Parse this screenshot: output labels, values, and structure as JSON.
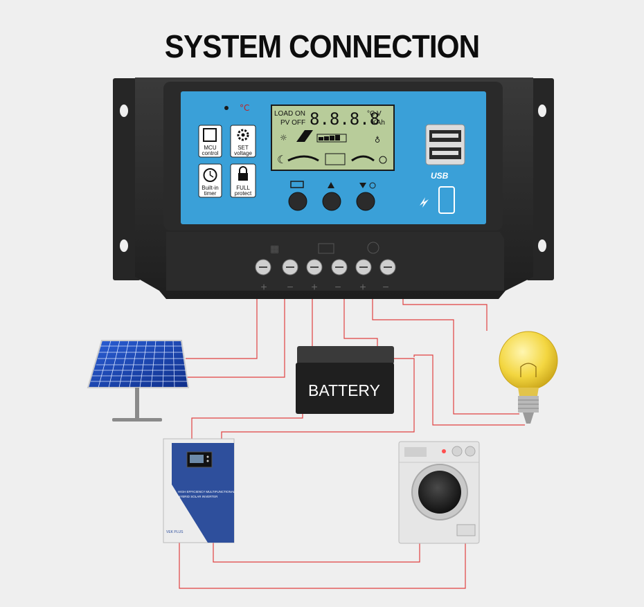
{
  "title": "SYSTEM CONNECTION",
  "controller": {
    "lcd": {
      "load_on": "LOAD ON",
      "pv_off": "PV OFF",
      "digits": "8.8.8.8",
      "unit_cv": "°C V",
      "unit_kah": "KAh"
    },
    "features": [
      {
        "icon": "chip-icon",
        "line1": "MCU",
        "line2": "control"
      },
      {
        "icon": "gear-icon",
        "line1": "SET",
        "line2": "voltage"
      },
      {
        "icon": "clock-icon",
        "line1": "Built-in",
        "line2": "timer"
      },
      {
        "icon": "lock-icon",
        "line1": "FULL",
        "line2": "protect"
      }
    ],
    "usb_label": "USB",
    "terminals": {
      "signs": [
        "+",
        "−",
        "+",
        "−",
        "+",
        "−"
      ]
    }
  },
  "battery": {
    "label": "BATTERY"
  },
  "inverter": {
    "line1": "HIGH EFFICIENCY MULTIFUNCTIONAL",
    "line2": "HYBRID SOLAR INVERTER",
    "brand": "VEK PLUS"
  },
  "colors": {
    "wire": "#e04040",
    "panel": "#3aa0d8",
    "lcd": "#b8cc9a",
    "case": "#2e2e2e"
  }
}
